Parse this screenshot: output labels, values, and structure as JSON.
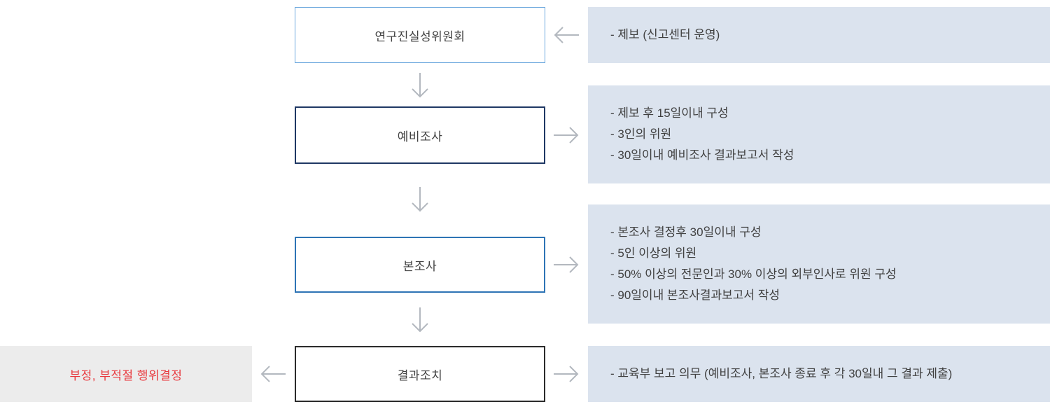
{
  "colors": {
    "panel_bg": "#dbe3ee",
    "misconduct_panel_bg": "#ececec",
    "misconduct_text": "#e8383d",
    "text": "#404040",
    "arrow": "#b3b8bf",
    "box_committee_border": "#6aa7dd",
    "box_preliminary_border": "#1f3864",
    "box_main_border": "#2e74b5",
    "box_result_border": "#2b2b2b"
  },
  "boxes": {
    "committee": "연구진실성위원회",
    "preliminary": "예비조사",
    "main": "본조사",
    "result": "결과조치"
  },
  "panels": {
    "report": {
      "lines": [
        "- 제보 (신고센터 운영)"
      ]
    },
    "preliminary": {
      "lines": [
        "- 제보 후 15일이내 구성",
        "- 3인의 위원",
        "- 30일이내 예비조사 결과보고서 작성"
      ]
    },
    "main": {
      "lines": [
        "- 본조사 결정후 30일이내 구성",
        "- 5인 이상의 위원",
        "- 50% 이상의 전문인과 30% 이상의 외부인사로 위원 구성",
        "- 90일이내 본조사결과보고서 작성"
      ]
    },
    "result": {
      "lines": [
        "- 교육부 보고 의무 (예비조사, 본조사 종료 후 각 30일내 그 결과 제출)"
      ]
    },
    "misconduct": {
      "label": "부정, 부적절 행위결정"
    }
  },
  "icons": {
    "arrow_down": "↓",
    "arrow_left": "←",
    "arrow_right": "→"
  }
}
